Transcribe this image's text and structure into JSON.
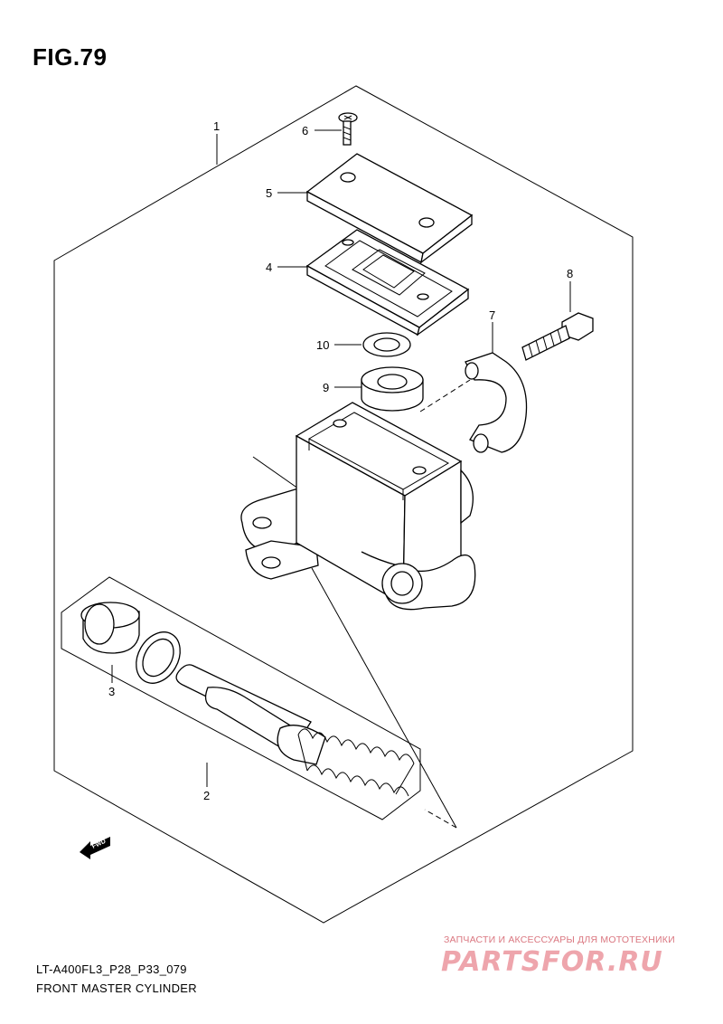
{
  "figure": {
    "title": "FIG.79"
  },
  "callouts": [
    "1",
    "2",
    "3",
    "4",
    "5",
    "6",
    "7",
    "8",
    "9",
    "10"
  ],
  "fwd_label": "FWD",
  "footer": {
    "code": "LT-A400FL3_P28_P33_079",
    "caption": "FRONT MASTER CYLINDER"
  },
  "watermark": {
    "tagline": "ЗАПЧАСТИ И АКСЕССУАРЫ ДЛЯ МОТОТЕХНИКИ",
    "brand": "PARTSFOR.RU"
  }
}
